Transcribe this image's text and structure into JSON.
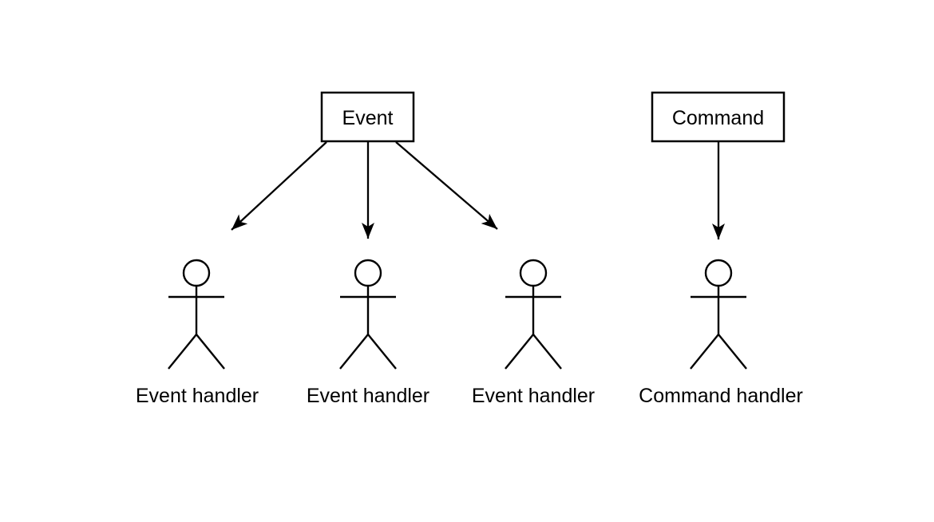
{
  "diagram": {
    "background_color": "#ffffff",
    "line_color": "#000000",
    "boxes": [
      {
        "label": "Event"
      },
      {
        "label": "Command"
      }
    ],
    "handlers": [
      {
        "label": "Event handler"
      },
      {
        "label": "Event handler"
      },
      {
        "label": "Event handler"
      },
      {
        "label": "Command handler"
      }
    ]
  }
}
